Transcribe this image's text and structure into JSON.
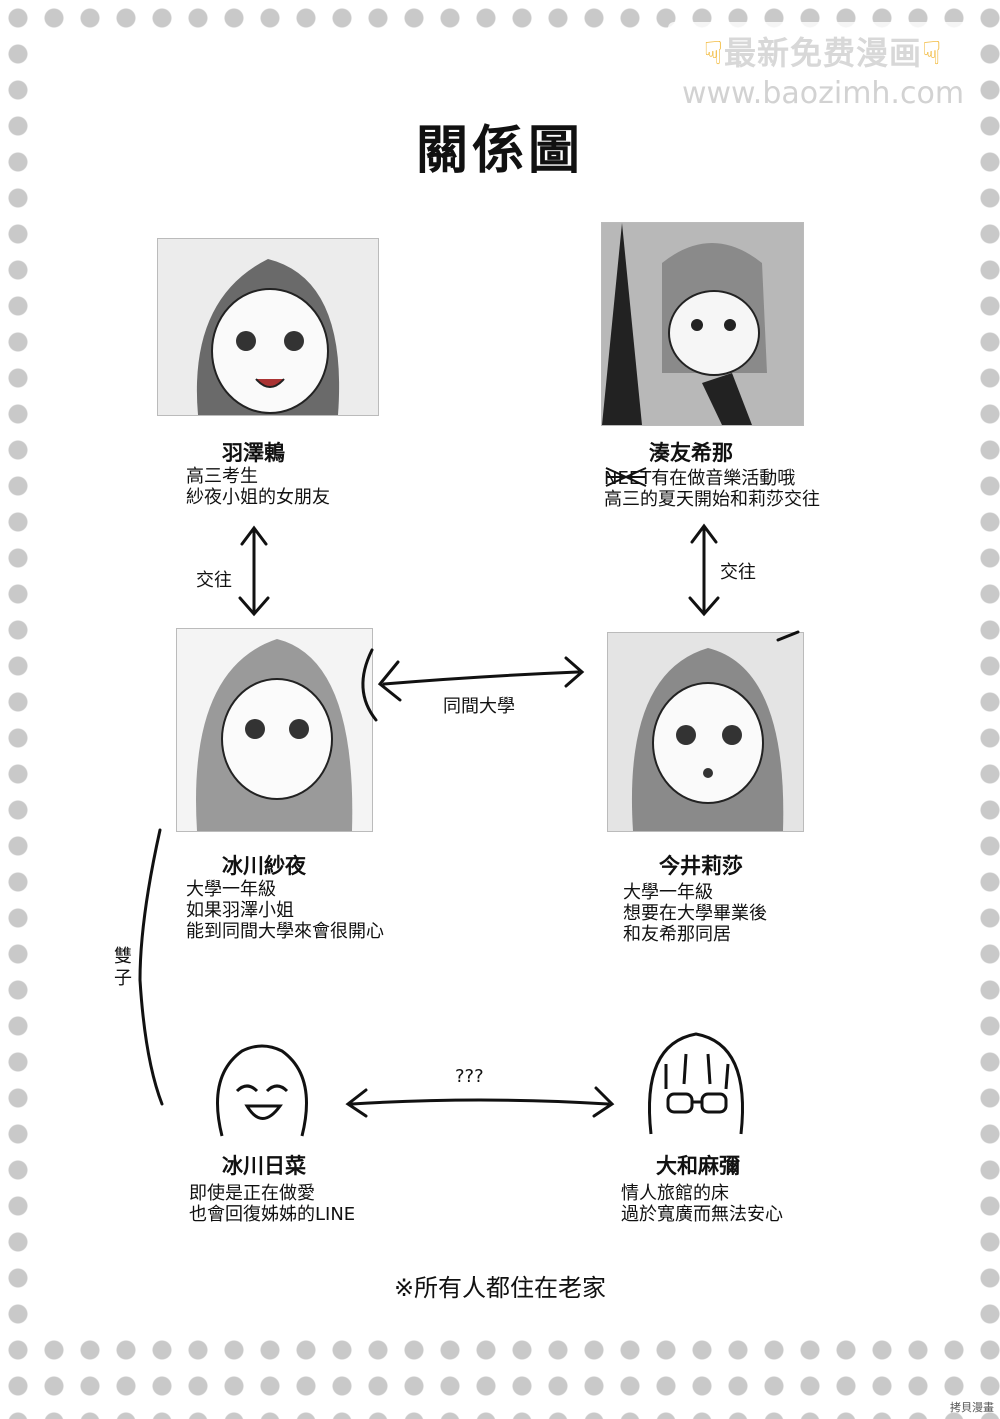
{
  "watermark": {
    "line1": "最新免费漫画",
    "line2": "www.baozimh.com"
  },
  "title": "關係圖",
  "characters": [
    {
      "name": "羽澤鶇",
      "desc": [
        "高三考生",
        "紗夜小姐的女朋友"
      ]
    },
    {
      "name": "湊友希那",
      "desc_strike": "NEET",
      "desc": [
        "有在做音樂活動哦",
        "高三的夏天開始和莉莎交往"
      ]
    },
    {
      "name": "冰川紗夜",
      "desc": [
        "大學一年級",
        "如果羽澤小姐",
        "能到同間大學來會很開心"
      ]
    },
    {
      "name": "今井莉莎",
      "desc": [
        "大學一年級",
        "想要在大學畢業後",
        "和友希那同居"
      ]
    },
    {
      "name": "冰川日菜",
      "desc": [
        "即使是正在做愛",
        "也會回復姊姊的LINE"
      ]
    },
    {
      "name": "大和麻彌",
      "desc": [
        "情人旅館的床",
        "過於寬廣而無法安心"
      ]
    }
  ],
  "relations": {
    "left_couple": "交往",
    "right_couple": "交往",
    "university": "同間大學",
    "twins": "雙子",
    "unknown": "???"
  },
  "footer_note": "※所有人都住在老家",
  "corner_credit": "拷貝漫畫"
}
